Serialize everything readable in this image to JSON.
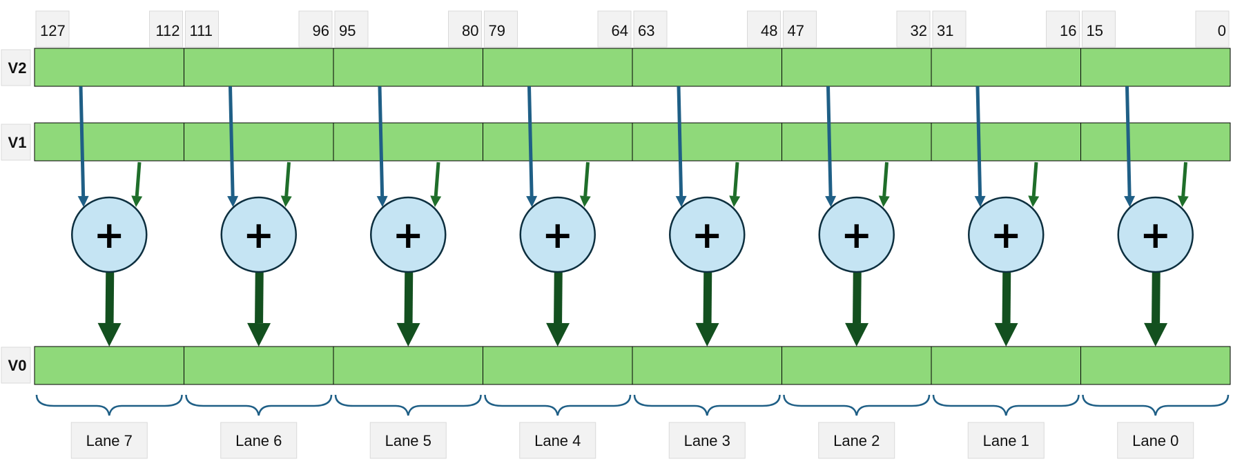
{
  "registers": {
    "source_a": "V2",
    "source_b": "V1",
    "destination": "V0"
  },
  "bit_labels": [
    [
      "127",
      "112"
    ],
    [
      "111",
      "96"
    ],
    [
      "95",
      "80"
    ],
    [
      "79",
      "64"
    ],
    [
      "63",
      "48"
    ],
    [
      "47",
      "32"
    ],
    [
      "31",
      "16"
    ],
    [
      "15",
      "0"
    ]
  ],
  "operator": "+",
  "lanes": [
    "Lane 7",
    "Lane 6",
    "Lane 5",
    "Lane 4",
    "Lane 3",
    "Lane 2",
    "Lane 1",
    "Lane 0"
  ],
  "colors": {
    "register_fill": "#8fd97a",
    "label_box_fill": "#f2f2f2",
    "label_box_stroke": "#d9d9d9",
    "adder_fill": "#c5e4f3",
    "adder_stroke": "#0d2f3f",
    "arrow_v2": "#1f5f86",
    "arrow_v1": "#1f6e2a",
    "arrow_result": "#13501f",
    "brace": "#1f5f86"
  }
}
